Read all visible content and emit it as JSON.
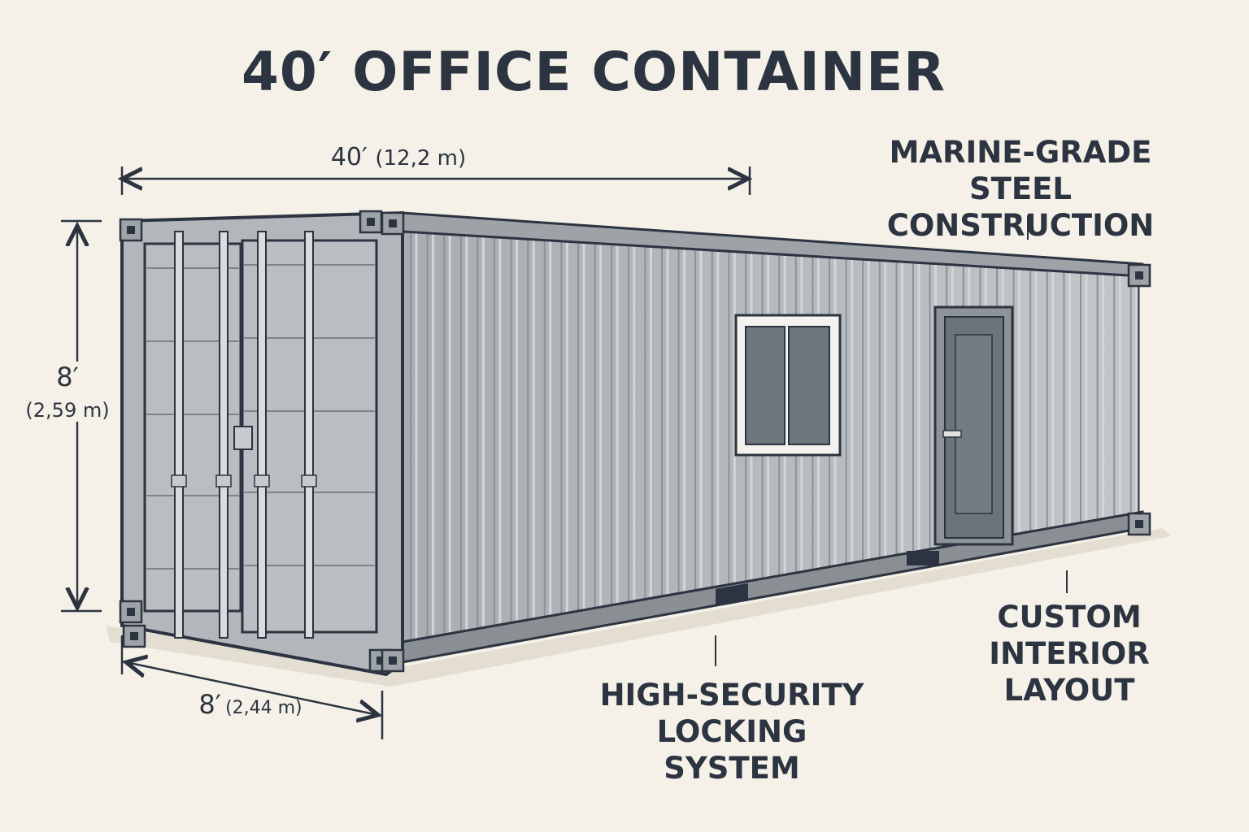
{
  "title": "40′ OFFICE CONTAINER",
  "dimensions": {
    "length_ft": "40′",
    "length_m": "(12,2 m)",
    "height_ft": "8′",
    "height_m": "(2,59 m)",
    "width_ft": "8′",
    "width_m": "(2,44 m)"
  },
  "callouts": {
    "steel": [
      "MARINE-GRADE",
      "STEEL CONSTRUCTION"
    ],
    "interior": [
      "CUSTOM",
      "INTERIOR LAYOUT"
    ],
    "locking": [
      "HIGH-SECURITY",
      "LOCKING SYSTEM"
    ]
  },
  "colors": {
    "background": "#f5f1e8",
    "ink": "#2b3440",
    "steel": "#b7babe",
    "steel_dark": "#7f8489",
    "door": "#6b737b"
  }
}
